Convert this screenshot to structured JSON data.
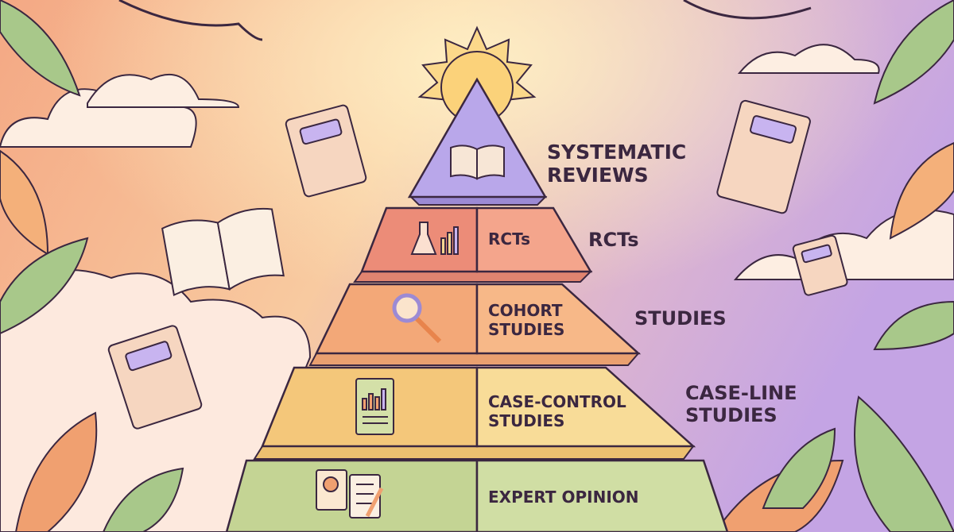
{
  "pyramid": {
    "tiers": [
      {
        "inner_label": "",
        "outer_label": [
          "SYSTEMATIC",
          "REVIEWS"
        ],
        "icon": "open-book-icon",
        "color": "#b9a7ea"
      },
      {
        "inner_label": [
          "RCTs"
        ],
        "outer_label": [
          "RCTs"
        ],
        "icon": "flask-chart-icon",
        "color": "#f09a84"
      },
      {
        "inner_label": [
          "COHORT",
          "STUDIES"
        ],
        "outer_label": [
          "STUDIES"
        ],
        "icon": "magnifier-icon",
        "color": "#f6ae80"
      },
      {
        "inner_label": [
          "CASE-CONTROL",
          "STUDIES"
        ],
        "outer_label": [
          "CASE-LINE",
          "STUDIES"
        ],
        "icon": "chart-document-icon",
        "color": "#f8d690"
      },
      {
        "inner_label": [
          "EXPERT OPINION"
        ],
        "outer_label": [],
        "icon": "checklist-pencil-icon",
        "color": "#cbdc9c"
      }
    ]
  },
  "decor": {
    "icons": [
      "sun-icon",
      "book-icon",
      "open-book-icon",
      "cloud-icon",
      "leaf-icon"
    ],
    "colors": {
      "bg_left": "#f6b088",
      "bg_right": "#c9a8e2",
      "outline": "#3b2740"
    }
  }
}
